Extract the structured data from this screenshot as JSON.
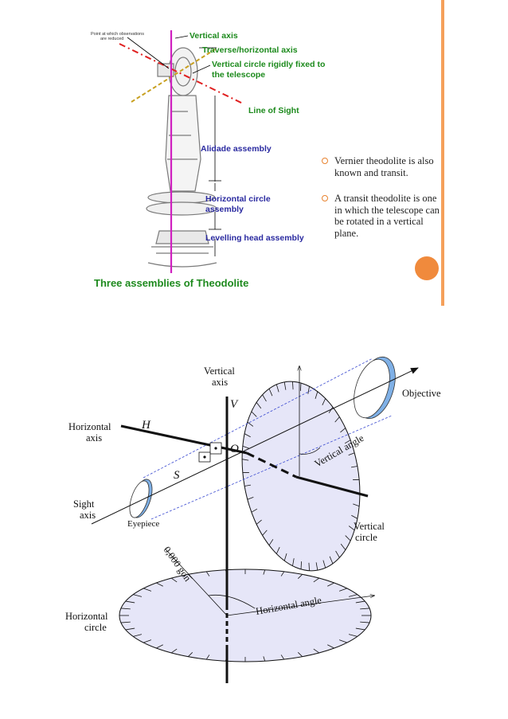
{
  "top_slide": {
    "annotation_small": [
      "Point at which observations",
      "are reduced"
    ],
    "labels": {
      "vertical_axis": "Vertical axis",
      "traverse_axis": "Traverse/horizontal axis",
      "vertical_circle_1": "Vertical circle rigidly fixed to",
      "vertical_circle_2": "the telescope",
      "line_of_sight": "Line of Sight",
      "alidade": "Alidade assembly",
      "horizontal_circle_1": "Horizontal circle",
      "horizontal_circle_2": "assembly",
      "levelling": "Levelling head assembly"
    },
    "caption": "Three assemblies of Theodolite",
    "bullets": [
      "Vernier theodolite is also known and transit.",
      "A transit theodolite is one in which the telescope can be rotated in a vertical plane."
    ],
    "colors": {
      "accent": "#f08a3c",
      "green": "#1c8a1c",
      "blue": "#2a2aa0",
      "magenta": "#d020c0"
    }
  },
  "bottom_diagram": {
    "vertical_axis_1": "Vertical",
    "vertical_axis_2": "axis",
    "V": "V",
    "H": "H",
    "O": "O",
    "S": "S",
    "horizontal_axis_1": "Horizontal",
    "horizontal_axis_2": "axis",
    "objective": "Objective",
    "vertical_angle": "Vertical angle",
    "sight_axis_1": "Sight",
    "sight_axis_2": "axis",
    "eyepiece": "Eyepiece",
    "vertical_circle_1": "Vertical",
    "vertical_circle_2": "circle",
    "zero_gon": "0,000 gon",
    "horizontal_angle": "Horizontal angle",
    "horizontal_circle_1": "Horizontal",
    "horizontal_circle_2": "circle",
    "colors": {
      "disc_fill": "#e6e6f8",
      "lens": "#7fb0e6",
      "dashed": "#3a4ad0"
    }
  }
}
